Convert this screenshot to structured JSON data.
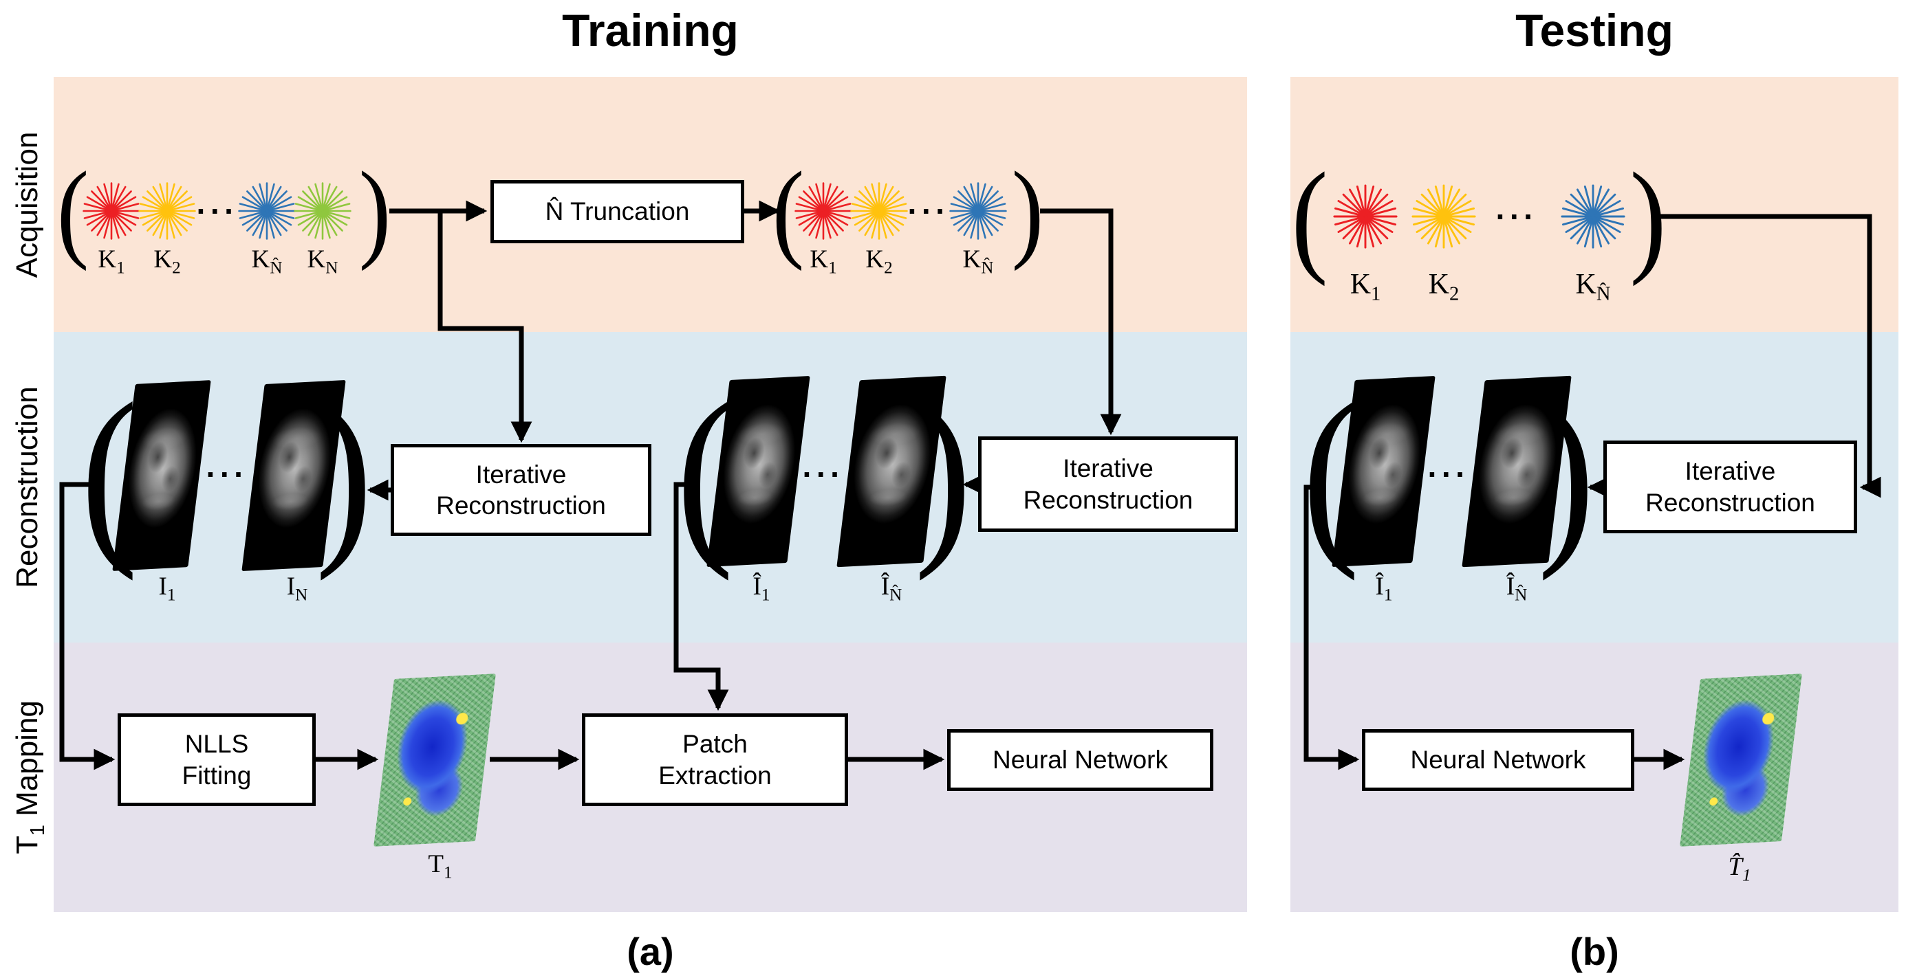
{
  "colors": {
    "band_acquisition": "#FBE5D6",
    "band_reconstruction": "#DBE9F1",
    "band_mapping": "#E5E1EC",
    "line": "#000000"
  },
  "glyphs": {
    "open_bracket": "(",
    "close_bracket": ")",
    "dots": "···"
  },
  "row_labels": {
    "acquisition": "Acquisition",
    "reconstruction": "Reconstruction",
    "mapping": {
      "pre": "T",
      "sub": "1",
      "post": " Mapping"
    }
  },
  "training": {
    "title": "Training",
    "caption": "(a)",
    "kspace_full": {
      "bursts": [
        {
          "color": "#EC2024",
          "label": {
            "base": "K",
            "sub": "1"
          }
        },
        {
          "color": "#FFC20E",
          "label": {
            "base": "K",
            "sub": "2"
          }
        },
        {
          "color": "#2E75B6",
          "label": {
            "base": "K",
            "sub": "N̂"
          }
        },
        {
          "color": "#8FC73E",
          "label": {
            "base": "K",
            "sub": "N"
          }
        }
      ]
    },
    "kspace_truncated": {
      "bursts": [
        {
          "color": "#EC2024",
          "label": {
            "base": "K",
            "sub": "1"
          }
        },
        {
          "color": "#FFC20E",
          "label": {
            "base": "K",
            "sub": "2"
          }
        },
        {
          "color": "#2E75B6",
          "label": {
            "base": "K",
            "sub": "N̂"
          }
        }
      ]
    },
    "boxes": {
      "truncation": "N̂ Truncation",
      "recon_left": "Iterative\nReconstruction",
      "recon_right": "Iterative\nReconstruction",
      "nlls": "NLLS\nFitting",
      "patch": "Patch\nExtraction",
      "nn": "Neural Network"
    },
    "images_full": {
      "labels": [
        {
          "base": "I",
          "sub": "1"
        },
        {
          "base": "I",
          "sub": "N"
        }
      ]
    },
    "images_truncated": {
      "labels": [
        {
          "base": "Î",
          "sub": "1"
        },
        {
          "base": "Î",
          "sub": "N̂"
        }
      ]
    },
    "t1_label": {
      "base": "T",
      "sub": "1"
    }
  },
  "testing": {
    "title": "Testing",
    "caption": "(b)",
    "kspace": {
      "bursts": [
        {
          "color": "#EC2024",
          "label": {
            "base": "K",
            "sub": "1"
          }
        },
        {
          "color": "#FFC20E",
          "label": {
            "base": "K",
            "sub": "2"
          }
        },
        {
          "color": "#2E75B6",
          "label": {
            "base": "K",
            "sub": "N̂"
          }
        }
      ]
    },
    "boxes": {
      "recon": "Iterative\nReconstruction",
      "nn": "Neural Network"
    },
    "images": {
      "labels": [
        {
          "base": "Î",
          "sub": "1"
        },
        {
          "base": "Î",
          "sub": "N̂"
        }
      ]
    },
    "t1_label": {
      "base": "T̂",
      "sub": "1"
    }
  }
}
